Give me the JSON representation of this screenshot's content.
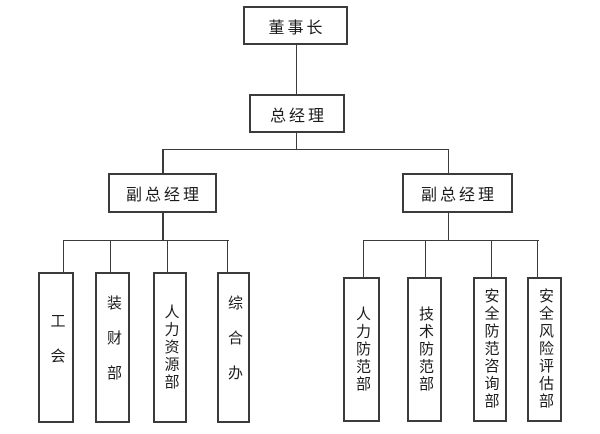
{
  "diagram": {
    "type": "org-chart",
    "nodes": {
      "chairman": "董事长",
      "general_manager": "总经理",
      "deputy_gm_left": "副总经理",
      "deputy_gm_right": "副总经理",
      "left_departments": [
        "工会",
        "装财部",
        "人力资源部",
        "综合办"
      ],
      "right_departments": [
        "人力防范部",
        "技术防范部",
        "安全防范咨询部",
        "安全风险评估部"
      ]
    },
    "colors": {
      "background": "#ffffff",
      "line": "#3b3b3b",
      "box_border": "#3b3b3b",
      "text": "#1c1c1c"
    }
  }
}
